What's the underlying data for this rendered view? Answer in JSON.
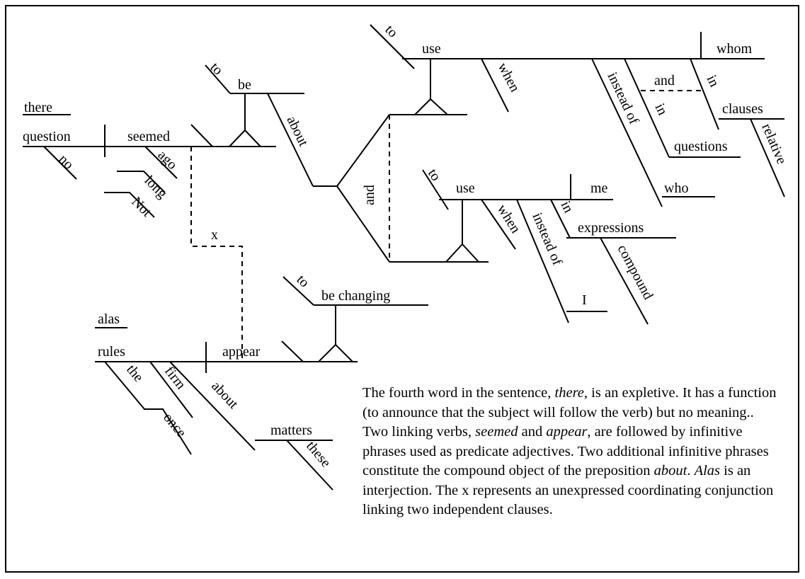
{
  "diagram": {
    "words": {
      "there": "there",
      "question": "question",
      "no": "no",
      "seemed": "seemed",
      "ago": "ago",
      "long": "long",
      "not": "Not",
      "to1": "to",
      "be": "be",
      "about1": "about",
      "and1": "and",
      "to2": "to",
      "use1": "use",
      "when1": "when",
      "whom": "whom",
      "instead_of1": "instead of",
      "and2": "and",
      "in1": "in",
      "in2": "in",
      "clauses": "clauses",
      "relative": "relative",
      "questions": "questions",
      "who": "who",
      "to3": "to",
      "use2": "use",
      "me": "me",
      "when2": "when",
      "instead_of2": "instead of",
      "in3": "in",
      "expressions": "expressions",
      "compound": "compound",
      "i": "I",
      "x": "x",
      "to4": "to",
      "be_changing": "be changing",
      "alas": "alas",
      "rules": "rules",
      "appear": "appear",
      "the": "the",
      "firm": "firm",
      "once": "once",
      "about2": "about",
      "matters": "matters",
      "these": "these"
    }
  },
  "caption": {
    "s1a": "The fourth word in the sentence, ",
    "s1b": "there",
    "s1c": ", is an expletive. It has a function (to announce that the subject will follow the verb) but no meaning.. Two linking verbs, ",
    "s1d": "seemed",
    "s1e": " and ",
    "s1f": "appear",
    "s1g": ", are followed by infinitive phrases used as predicate adjectives. Two additional infinitive phrases constitute the compound object of the preposition ",
    "s1h": "about",
    "s1i": ". ",
    "s1j": "Alas",
    "s1k": " is an interjection. The x represents an unexpressed coordinating conjunction linking two independent clauses."
  }
}
